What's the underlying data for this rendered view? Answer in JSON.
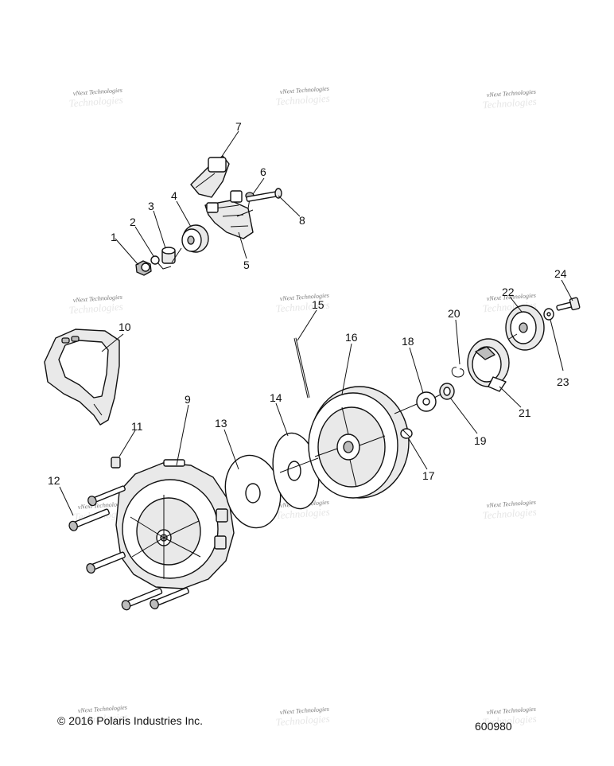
{
  "watermark": {
    "line1": "vNext Technologies",
    "line2": "Technologies"
  },
  "callouts": [
    {
      "n": "1"
    },
    {
      "n": "2"
    },
    {
      "n": "3"
    },
    {
      "n": "4"
    },
    {
      "n": "5"
    },
    {
      "n": "6"
    },
    {
      "n": "7"
    },
    {
      "n": "8"
    },
    {
      "n": "9"
    },
    {
      "n": "10"
    },
    {
      "n": "11"
    },
    {
      "n": "12"
    },
    {
      "n": "13"
    },
    {
      "n": "14"
    },
    {
      "n": "15"
    },
    {
      "n": "16"
    },
    {
      "n": "17"
    },
    {
      "n": "18"
    },
    {
      "n": "19"
    },
    {
      "n": "20"
    },
    {
      "n": "21"
    },
    {
      "n": "22"
    },
    {
      "n": "23"
    },
    {
      "n": "24"
    }
  ],
  "footer": {
    "copyright": "© 2016 Polaris Industries Inc.",
    "diagram_id": "600980"
  }
}
